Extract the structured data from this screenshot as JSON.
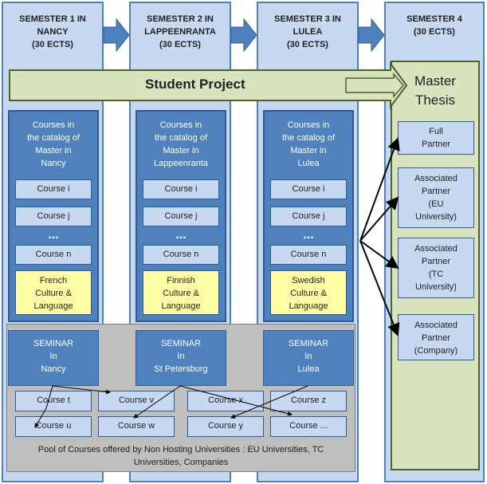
{
  "semesters": [
    {
      "line1": "SEMESTER  1 IN",
      "line2": "NANCY",
      "line3": "(30 ECTS)"
    },
    {
      "line1": "SEMESTER  2 IN",
      "line2": "LAPPEENRANTA",
      "line3": "(30 ECTS)"
    },
    {
      "line1": "SEMESTER  3 IN",
      "line2": "LULEA",
      "line3": "(30 ECTS)"
    },
    {
      "line1": "SEMESTER  4",
      "line2": "(30 ECTS)"
    }
  ],
  "student_project": "Student Project",
  "catalogs": [
    {
      "l1": "Courses in",
      "l2": "the catalog of",
      "l3": "Master  in",
      "l4": "Nancy",
      "courses": [
        "Course i",
        "Course j",
        "Course n"
      ],
      "dots": "...",
      "culture": [
        "French",
        "Culture &",
        "Language"
      ]
    },
    {
      "l1": "Courses in",
      "l2": "the catalog of",
      "l3": "Master  in",
      "l4": "Lappeenranta",
      "courses": [
        "Course i",
        "Course j",
        "Course n"
      ],
      "dots": "...",
      "culture": [
        "Finnish",
        "Culture &",
        "Language"
      ]
    },
    {
      "l1": "Courses in",
      "l2": "the catalog of",
      "l3": "Master  in",
      "l4": "Lulea",
      "courses": [
        "Course i",
        "Course j",
        "Course n"
      ],
      "dots": "...",
      "culture": [
        "Swedish",
        "Culture &",
        "Language"
      ]
    }
  ],
  "thesis": {
    "title1": "Master",
    "title2": "Thesis",
    "partners": [
      [
        "Full",
        "Partner"
      ],
      [
        "Associated",
        "Partner",
        "(EU",
        "University)"
      ],
      [
        "Associated",
        "Partner",
        "(TC",
        "University)"
      ],
      [
        "Associated",
        "Partner",
        "(Company)"
      ]
    ]
  },
  "seminars": [
    [
      "SEMINAR",
      "In",
      "Nancy"
    ],
    [
      "SEMINAR",
      "In",
      "St Petersburg"
    ],
    [
      "SEMINAR",
      "In",
      "Lulea"
    ]
  ],
  "pool_courses": [
    [
      "Course t",
      "Course v",
      "Course x",
      "Course z"
    ],
    [
      "Course u",
      "Course w",
      "Course y",
      "Course ..."
    ]
  ],
  "pool_caption1": "Pool of Courses offered by Non Hosting  Universities : EU Universities, TC",
  "pool_caption2": "Universities,  Companies",
  "colors": {
    "semester_fill": "#c6d9f1",
    "semester_border": "#4f81bd",
    "dark_box": "#4f81bd",
    "culture_fill": "#ffffa6",
    "thesis_fill": "#d7e4bd",
    "project_fill": "#d7e4bd",
    "project_border": "#4f6228",
    "pool_fill": "#bfbfbf"
  }
}
